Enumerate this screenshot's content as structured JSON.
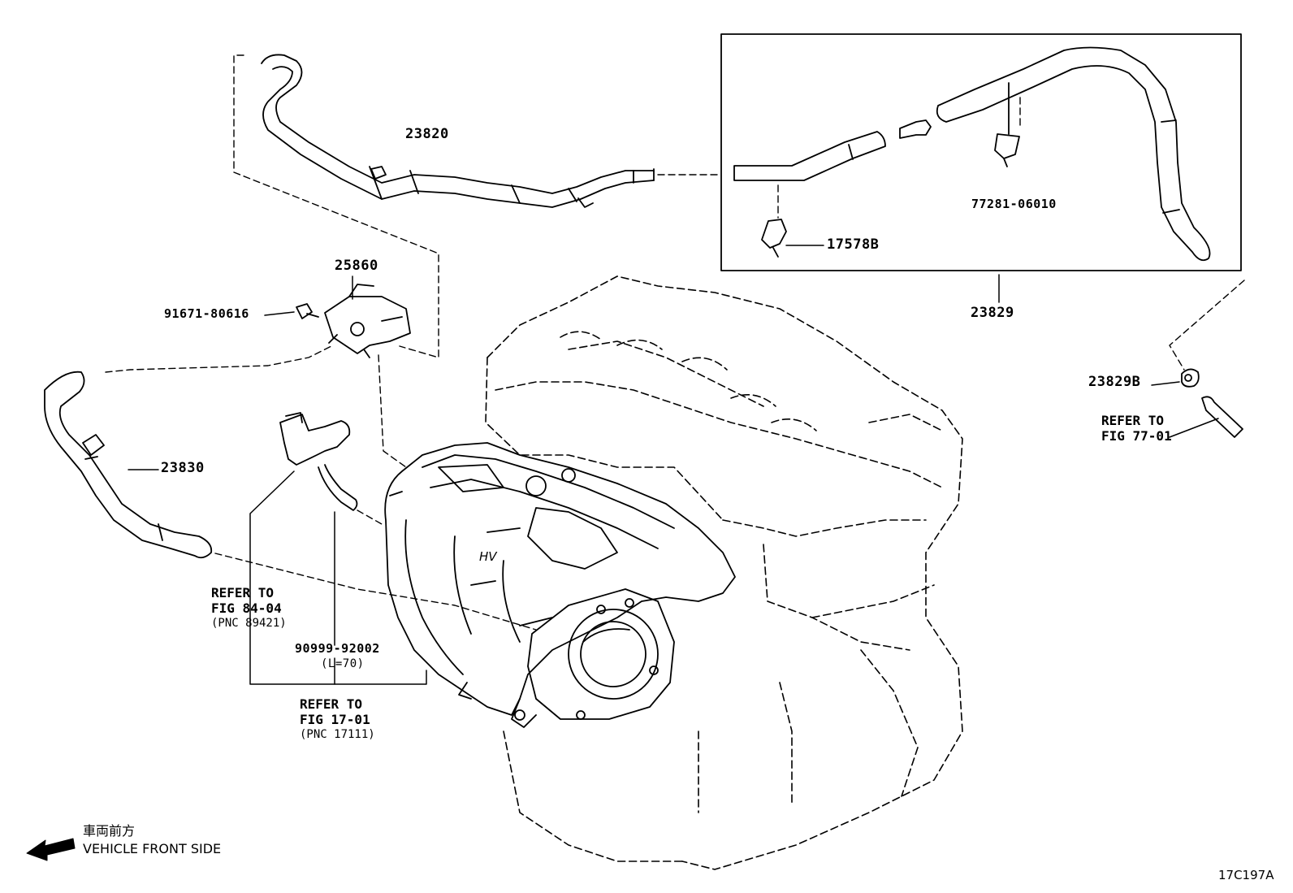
{
  "parts": {
    "hose_23820": "23820",
    "box_23829": "23829",
    "vsv_25860": "25860",
    "bolt": "91671-80616",
    "hose_23830": "23830",
    "clamp_17578b": "17578B",
    "clip_77281": "77281-06010",
    "clamp_23829b": "23829B",
    "hose_90999": "90999-92002",
    "hose_90999_length": "(L=70)"
  },
  "references": {
    "fig_84_04": {
      "line1": "REFER TO",
      "line2": "FIG 84-04",
      "line3": "(PNC 89421)"
    },
    "fig_17_01": {
      "line1": "REFER TO",
      "line2": "FIG 17-01",
      "line3": "(PNC 17111)"
    },
    "fig_77_01": {
      "line1": "REFER TO",
      "line2": "FIG 77-01"
    }
  },
  "orientation": {
    "japanese": "車両前方",
    "english": "VEHICLE FRONT SIDE"
  },
  "figure_code": "17C197A"
}
